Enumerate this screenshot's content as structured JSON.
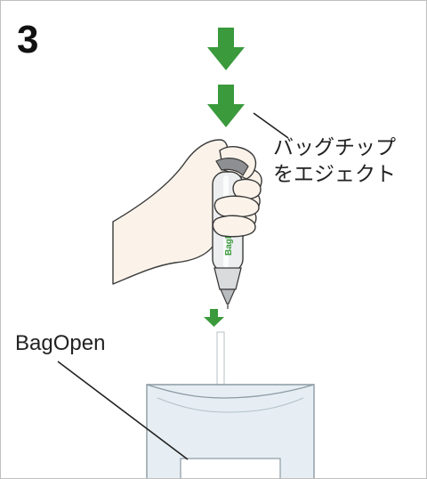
{
  "step": {
    "number": "3"
  },
  "callouts": {
    "eject_line1": "バッグチップ",
    "eject_line2": "をエジェクト",
    "bag_label": "BagOpen"
  },
  "pipette": {
    "brand": "BagPipet"
  },
  "colors": {
    "arrow": "#3a9a3c",
    "line": "#222222",
    "bag_fill": "#e6eef3",
    "skin": "#fbf3ea"
  }
}
